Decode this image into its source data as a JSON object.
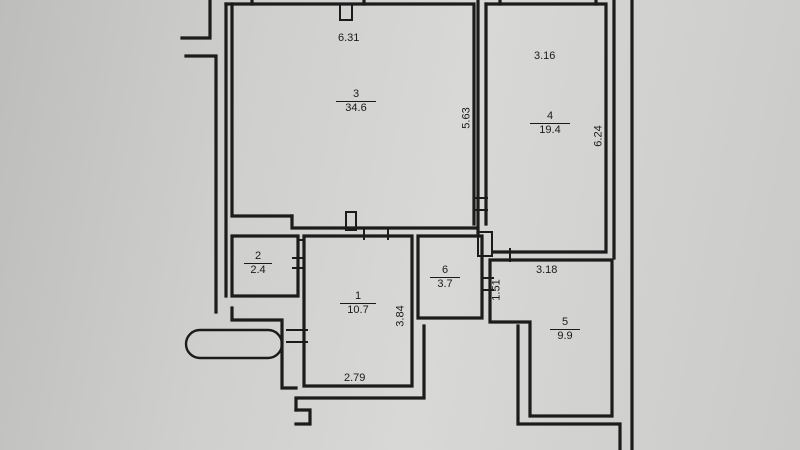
{
  "plan": {
    "rooms": [
      {
        "number": "1",
        "area": "10.7"
      },
      {
        "number": "2",
        "area": "2.4"
      },
      {
        "number": "3",
        "area": "34.6"
      },
      {
        "number": "4",
        "area": "19.4"
      },
      {
        "number": "5",
        "area": "9.9"
      },
      {
        "number": "6",
        "area": "3.7"
      }
    ],
    "dimensions": [
      "6.31",
      "5.63",
      "3.16",
      "6.24",
      "3.18",
      "1.51",
      "3.84",
      "2.79"
    ]
  }
}
